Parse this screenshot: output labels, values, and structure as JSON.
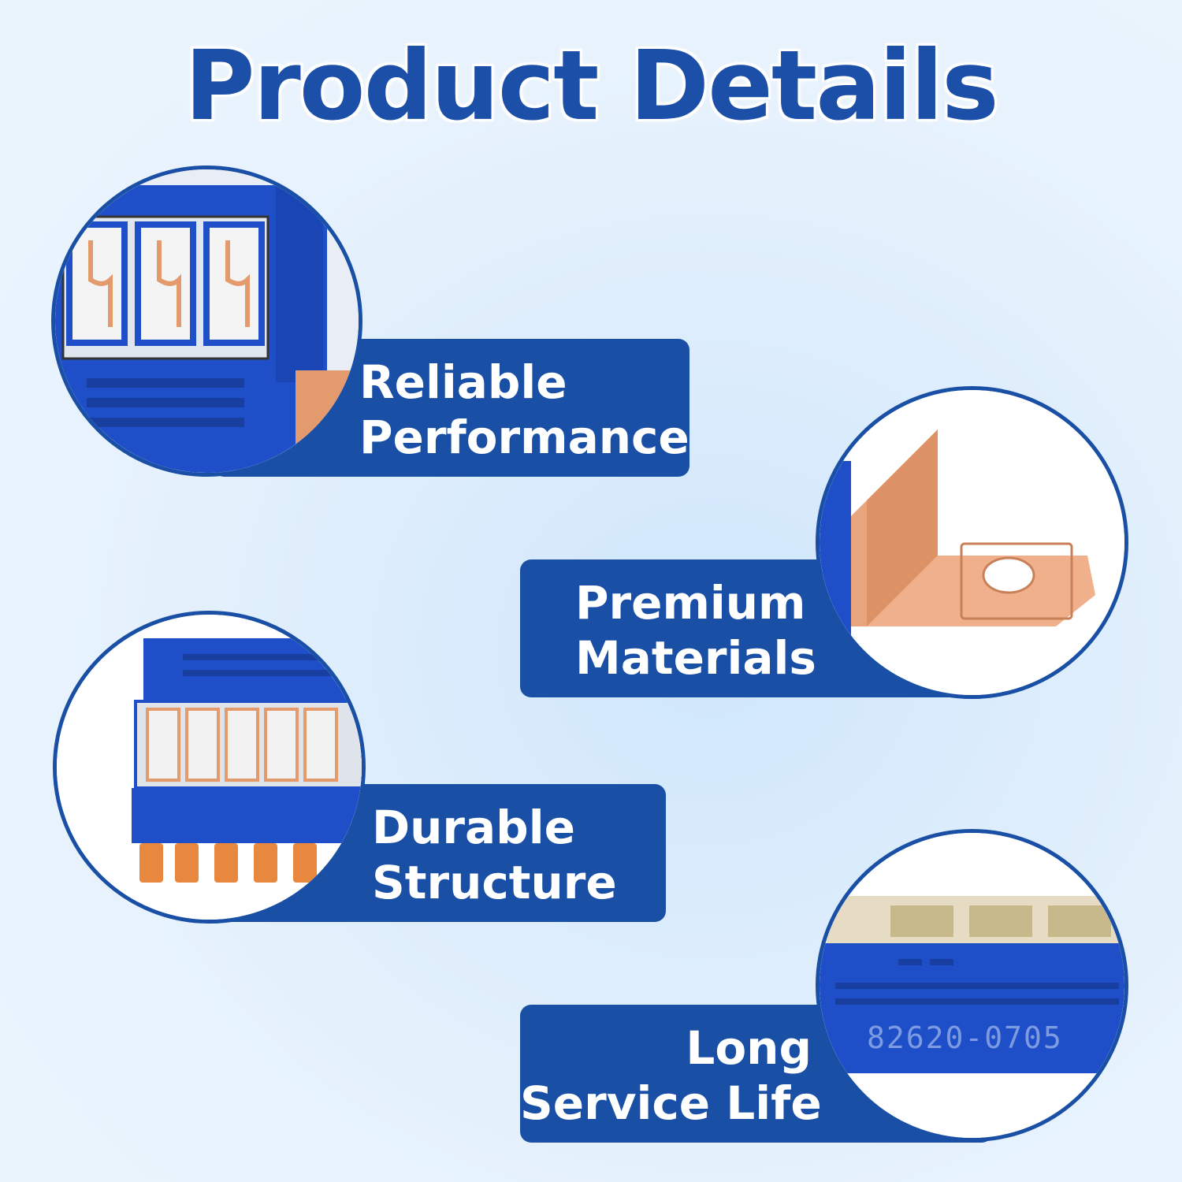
{
  "title": "Product Details",
  "features": [
    {
      "line1": "Reliable",
      "line2": "Performance"
    },
    {
      "line1": "Premium",
      "line2": "Materials"
    },
    {
      "line1": "Durable",
      "line2": "Structure"
    },
    {
      "line1": "Long",
      "line2": "Service Life"
    }
  ],
  "part_number": "82620-0705",
  "colors": {
    "brand_blue": "#1a4fa6",
    "copper": "#e39a6c",
    "background": "#dfeefc"
  }
}
